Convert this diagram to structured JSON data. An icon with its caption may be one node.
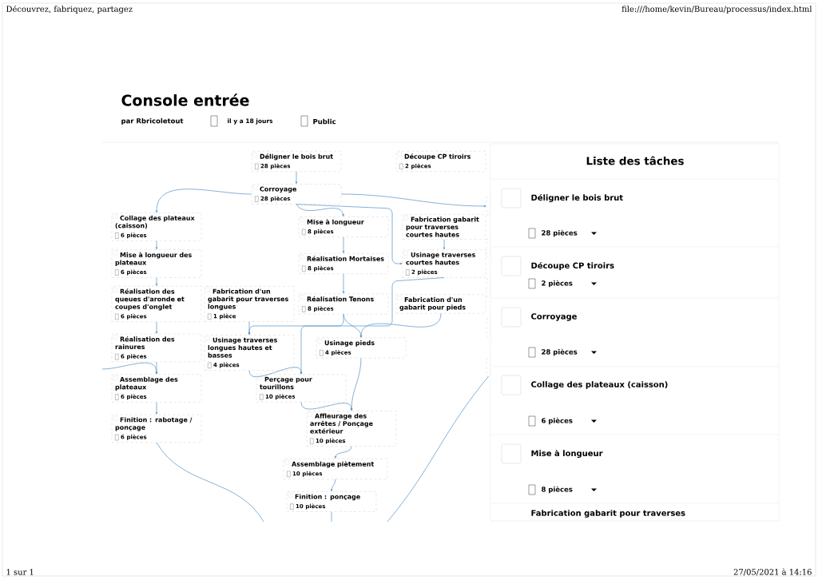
{
  "diagram": {
    "title": "Console entrée",
    "nodes": [
      {
        "text": [
          "Déligner le bois brut",
          "28 pièces"
        ]
      },
      {
        "text": [
          "Corroyage",
          "28 pièces"
        ]
      },
      {
        "text": [
          "Collage des plateaux (caisson)",
          "6 pièces"
        ]
      },
      {
        "text": [
          "Mise à longueur des plateaux",
          "6 pièces"
        ]
      },
      {
        "text": [
          "Réalisation des queues d'aronde et coupes d'onglet",
          "6 pièces"
        ]
      },
      {
        "text": [
          "Réalisation des rainures",
          "6 pièces"
        ]
      },
      {
        "text": [
          "Assemblage des plateaux",
          "6 pièces"
        ]
      },
      {
        "text": [
          "Finition : rabotage / ponçage",
          "6 pièces"
        ]
      },
      {
        "text": [
          "Mise à longueur",
          "8 pièces"
        ]
      },
      {
        "text": [
          "Réalisation Mortaises",
          "8 pièces"
        ]
      },
      {
        "text": [
          "Réalisation Tenons",
          "8 pièces"
        ]
      },
      {
        "text": [
          "Fabrication d'un gabarit pour traverses longues",
          "1 pièce"
        ]
      },
      {
        "text": [
          "Fabrication d'un gabarit pour pieds"
        ]
      },
      {
        "text": [
          "Usinage traverses longues hautes et basses",
          "4 pièces"
        ]
      },
      {
        "text": [
          "Usinage pieds",
          "4 pièces"
        ]
      },
      {
        "text": [
          "Fabrication gabarit pour traverses courtes hautes"
        ]
      },
      {
        "text": [
          "Usinage traverses courtes hautes",
          "2 pièces"
        ]
      },
      {
        "text": [
          "Perçage pour tourillons",
          "10 pièces"
        ]
      },
      {
        "text": [
          "Affleurage des arrêtes / Ponçage extérieur",
          "10 pièces"
        ]
      },
      {
        "text": [
          "Assemblage piètement",
          "10 pièces"
        ]
      },
      {
        "text": [
          "Finition : ponçage",
          "10 pièces"
        ]
      },
      {
        "text": [
          "Découpe CP tiroirs",
          "2 pièces"
        ]
      },
      {
        "text": [],
        "shape": "box"
      },
      {
        "text": [],
        "shape": "box"
      },
      {
        "text": [],
        "shape": "box"
      },
      {
        "text": [],
        "shape": "box"
      },
      {
        "text": [],
        "shape": "box"
      }
    ],
    "edges": [
      {
        "from": 0,
        "to": 1,
        "arrow": "to"
      },
      {
        "from": 1,
        "to": 2,
        "arrow": "to"
      },
      {
        "from": 1,
        "to": 8,
        "arrow": "to"
      },
      {
        "from": 1,
        "to": 16,
        "arrow": "to"
      },
      {
        "from": 1,
        "to": 22,
        "arrow": "to"
      },
      {
        "from": 2,
        "to": 3,
        "arrow": "to"
      },
      {
        "from": 3,
        "to": 4,
        "arrow": "to"
      },
      {
        "from": 4,
        "to": 5,
        "arrow": "to"
      },
      {
        "from": 5,
        "to": 6,
        "arrow": "to"
      },
      {
        "from": null,
        "to": 6,
        "arrow": "to"
      },
      {
        "from": 6,
        "to": 7,
        "arrow": "to"
      },
      {
        "from": 7,
        "to": null,
        "arrow": "none"
      },
      {
        "from": 8,
        "to": 9,
        "arrow": "to"
      },
      {
        "from": 9,
        "to": 10,
        "arrow": "to"
      },
      {
        "from": 10,
        "to": 13,
        "arrow": "to"
      },
      {
        "from": 10,
        "to": 14,
        "arrow": "to"
      },
      {
        "from": 11,
        "to": 13,
        "arrow": "to"
      },
      {
        "from": 12,
        "to": 14,
        "arrow": "to"
      },
      {
        "from": 15,
        "to": 16,
        "arrow": "to"
      },
      {
        "from": 16,
        "to": 17,
        "arrow": "to"
      },
      {
        "from": 13,
        "to": 17,
        "arrow": "to"
      },
      {
        "from": 17,
        "to": 18,
        "arrow": "to"
      },
      {
        "from": 14,
        "to": 18,
        "arrow": "to"
      },
      {
        "from": 18,
        "to": 19,
        "arrow": "to"
      },
      {
        "from": 19,
        "to": 20,
        "arrow": "to"
      },
      {
        "from": 20,
        "to": null,
        "arrow": "none"
      },
      {
        "from": 26,
        "to": null,
        "arrow": "none"
      }
    ],
    "labels": [
      "Découvrez, fabriquez, partagez",
      "file:///home/kevin/Bureau/processus/index.html",
      "par Rbricoletout",
      "il y a 18 jours",
      "Public",
      "Liste des tâches",
      "Déligner le bois brut",
      "28 pièces",
      "Découpe CP tiroirs",
      "2 pièces",
      "Corroyage",
      "28 pièces",
      "Collage des plateaux (caisson)",
      "6 pièces",
      "Mise à longueur",
      "8 pièces",
      "Fabrication gabarit pour traverses",
      "1 sur 1",
      "27/05/2021 à 14:16"
    ]
  }
}
